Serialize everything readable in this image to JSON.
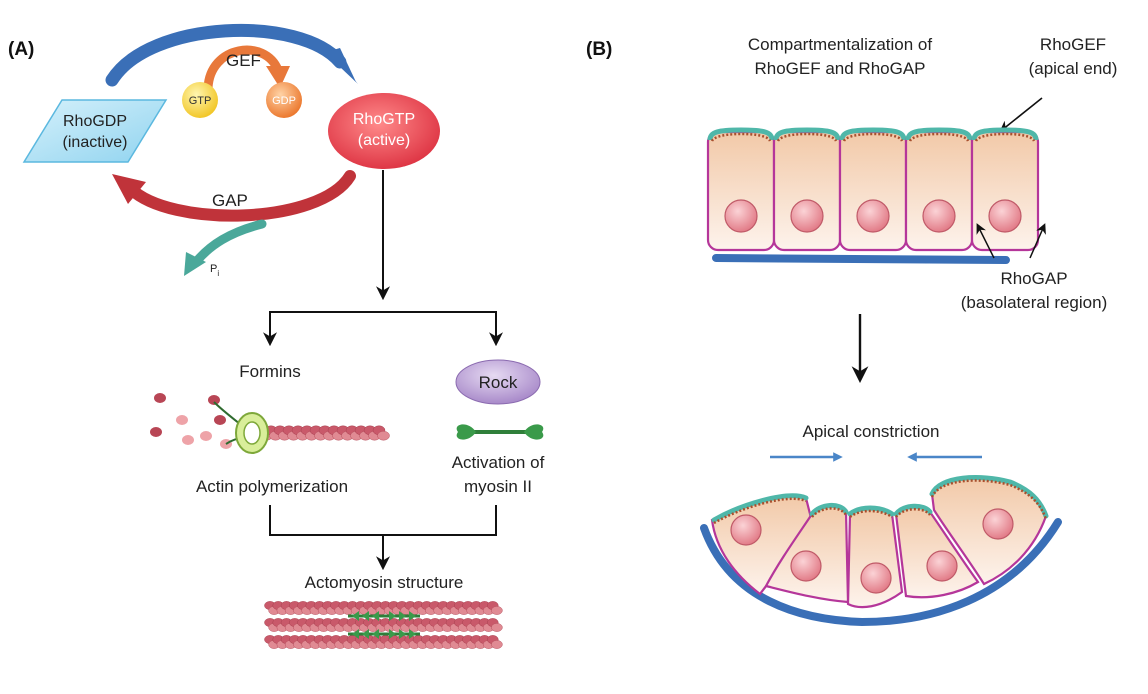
{
  "panel_a": {
    "label": "(A)",
    "gef": "GEF",
    "gtp": "GTP",
    "gdp": "GDP",
    "rhogdp_line1": "RhoGDP",
    "rhogdp_line2": "(inactive)",
    "rhogtp_line1": "RhoGTP",
    "rhogtp_line2": "(active)",
    "gap": "GAP",
    "pi": "P",
    "pi_sub": "i",
    "formins": "Formins",
    "rock": "Rock",
    "actin_polymerization": "Actin polymerization",
    "activation_line1": "Activation of",
    "activation_line2": "myosin II",
    "actomyosin": "Actomyosin structure"
  },
  "panel_b": {
    "label": "(B)",
    "compartment_line1": "Compartmentalization of",
    "compartment_line2": "RhoGEF and RhoGAP",
    "rhogef_line1": "RhoGEF",
    "rhogef_line2": "(apical end)",
    "rhogap_line1": "RhoGAP",
    "rhogap_line2": "(basolateral region)",
    "apical_constriction": "Apical constriction"
  },
  "colors": {
    "blue_arrow": "#3a6fb7",
    "orange_arrow": "#e8783a",
    "red_arrow": "#c0333a",
    "teal_arrow": "#4aa89a",
    "rhogdp_fill": "#aee0f3",
    "rhogtp_fill": "#e04049",
    "gtp_fill": "#f5d64a",
    "gdp_fill": "#f08a3e",
    "rock_fill": "#b59ad1",
    "actin": "#c85a6a",
    "myosin": "#3a9a4a",
    "cell_membrane": "#b5369a",
    "cell_fill": "#f4dcc8",
    "apical": "#4fb7a9",
    "basement": "#3a6fb7",
    "nucleus": "#e88a94"
  }
}
